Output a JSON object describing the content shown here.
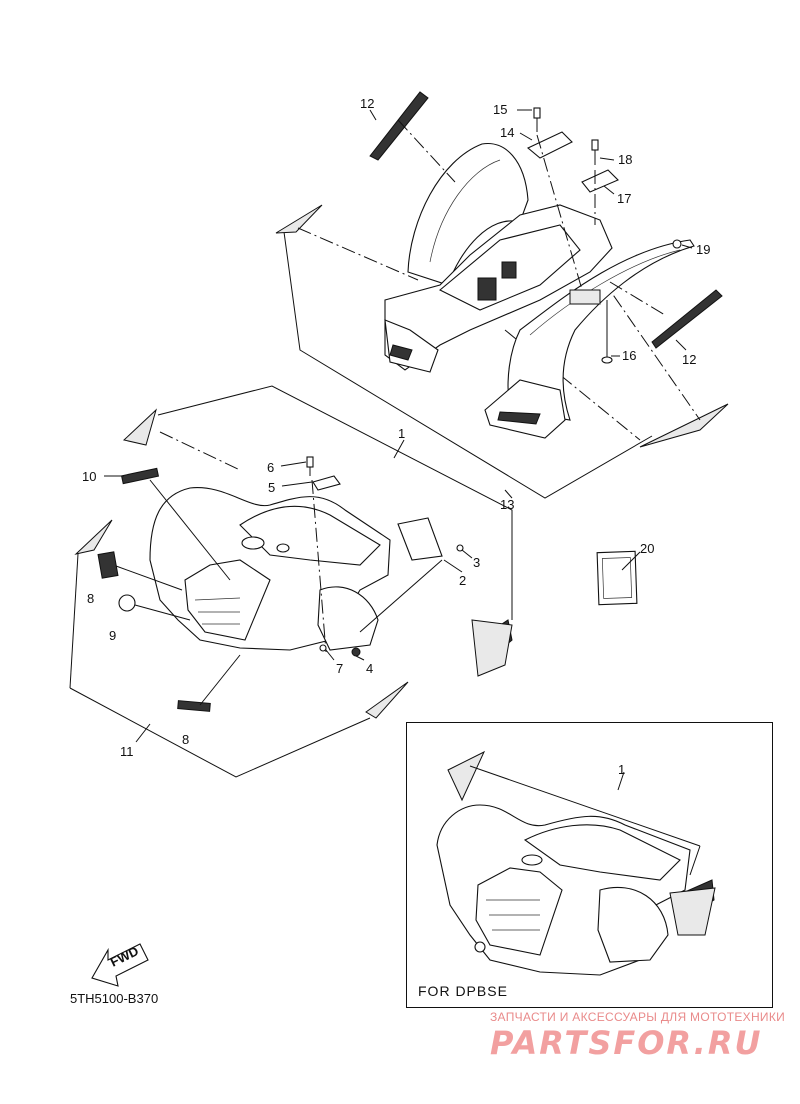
{
  "diagram": {
    "drawing_code": "5TH5100-B370",
    "inset_caption": "FOR DPBSE",
    "fwd_label": "FWD",
    "callouts": {
      "c1": "1",
      "c2": "2",
      "c3": "3",
      "c4": "4",
      "c5": "5",
      "c6": "6",
      "c7": "7",
      "c8a": "8",
      "c8b": "8",
      "c9": "9",
      "c10": "10",
      "c11": "11",
      "c12a": "12",
      "c12b": "12",
      "c13": "13",
      "c14": "14",
      "c15": "15",
      "c16": "16",
      "c17": "17",
      "c18": "18",
      "c19": "19",
      "c20": "20",
      "c1i": "1"
    }
  },
  "watermark": {
    "tagline": "ЗАПЧАСТИ И АКСЕССУАРЫ ДЛЯ МОТОТЕХНИКИ",
    "logo": "PARTSFOR.RU"
  }
}
